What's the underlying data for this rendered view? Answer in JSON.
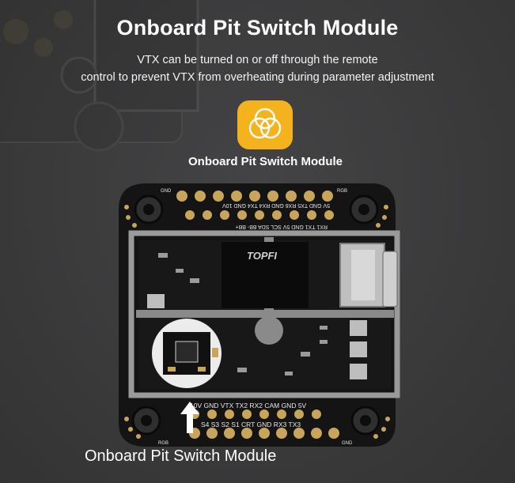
{
  "header": {
    "title": "Onboard Pit Switch Module",
    "description_line1": "VTX can be turned on or off through the remote",
    "description_line2": "control to prevent VTX from overheating during parameter adjustment"
  },
  "feature": {
    "icon": "overlapping-circles-icon",
    "label": "Onboard Pit Switch Module"
  },
  "board": {
    "brand": "TOPFI",
    "top_pad_labels_1": "5V GND TX5 RX6 GND RX4 TX4 GND 10V",
    "top_pad_labels_2": "RX1 TX1 GND 5V SCL SDA BB- BB+",
    "bottom_pad_labels_1": "10V GND VTX TX2 RX2 CAM GND 5V",
    "bottom_pad_labels_2": "S4 S3 S2 S1 CRT GND RX3 TX3",
    "corner_gnd": "GND",
    "corner_rgb": "RGB"
  },
  "callout": {
    "label": "Onboard Pit Switch Module"
  },
  "colors": {
    "background": "#3b3b3c",
    "accent": "#f4b31c",
    "pad_gold": "#c9a55c",
    "board_black": "#141414"
  }
}
